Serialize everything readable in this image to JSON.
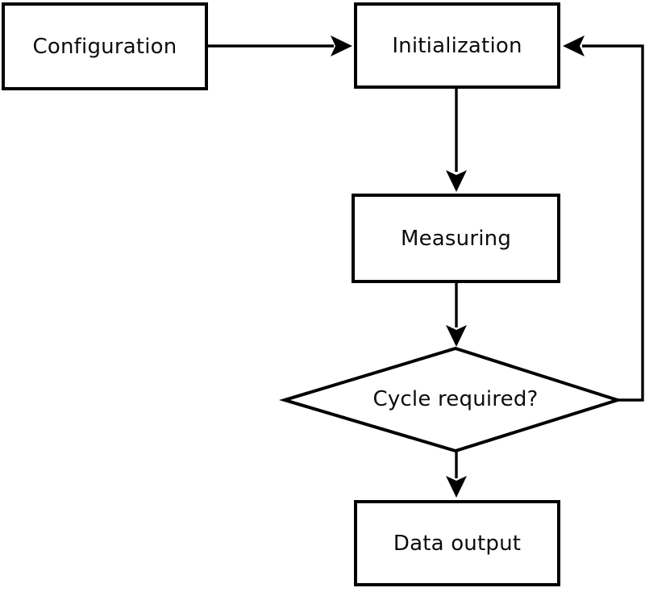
{
  "diagram": {
    "type": "flowchart",
    "background_color": "#ffffff",
    "stroke_color": "#000000",
    "text_color": "#0c0c0c"
  },
  "nodes": {
    "configuration": {
      "label": "Configuration",
      "shape": "rectangle"
    },
    "initialization": {
      "label": "Initialization",
      "shape": "rectangle"
    },
    "measuring": {
      "label": "Measuring",
      "shape": "rectangle"
    },
    "cycle_decision": {
      "label": "Cycle required?",
      "shape": "diamond"
    },
    "data_output": {
      "label": "Data output",
      "shape": "rectangle"
    }
  },
  "edges": [
    {
      "from": "configuration",
      "to": "initialization",
      "style": "arrow"
    },
    {
      "from": "initialization",
      "to": "measuring",
      "style": "arrow"
    },
    {
      "from": "measuring",
      "to": "cycle_decision",
      "style": "arrow"
    },
    {
      "from": "cycle_decision",
      "to": "data_output",
      "style": "arrow"
    },
    {
      "from": "cycle_decision",
      "to": "initialization",
      "style": "arrow",
      "kind": "feedback-loop"
    }
  ]
}
